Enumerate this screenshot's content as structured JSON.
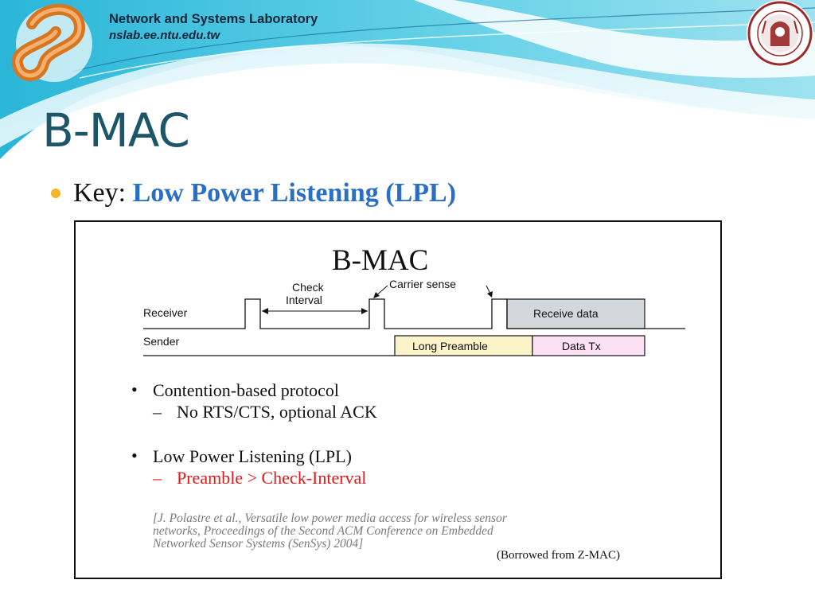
{
  "header": {
    "lab_name": "Network and Systems Laboratory",
    "lab_url": "nslab.ee.ntu.edu.tw"
  },
  "slide": {
    "title": "B-MAC",
    "key_label": "Key: ",
    "key_value": "Low Power Listening (LPL)"
  },
  "figure": {
    "title": "B-MAC",
    "check_interval_line1": "Check",
    "check_interval_line2": "Interval",
    "carrier_sense": "Carrier sense",
    "receiver_label": "Receiver",
    "sender_label": "Sender",
    "receive_data": "Receive data",
    "long_preamble": "Long Preamble",
    "data_tx": "Data Tx",
    "bullet1": "Contention-based protocol",
    "bullet1_sub": "No RTS/CTS, optional ACK",
    "bullet2": "Low Power Listening (LPL)",
    "bullet2_sub": "Preamble > Check-Interval",
    "citation_line1": "[J. Polastre et al., Versatile low power media access for wireless sensor",
    "citation_line2": "networks, Proceedings of the Second ACM Conference on Embedded",
    "citation_line3": "Networked Sensor Systems (SenSys) 2004]",
    "borrowed": "(Borrowed from Z-MAC)"
  },
  "colors": {
    "title": "#1c5668",
    "key_value": "#2a6fc4",
    "preamble_fill": "#fdf3c8",
    "data_tx_fill": "#fbe1f3",
    "receive_fill": "#d4d7dc",
    "lpl_sub": "#e01818",
    "citation": "#7a7a7a"
  }
}
